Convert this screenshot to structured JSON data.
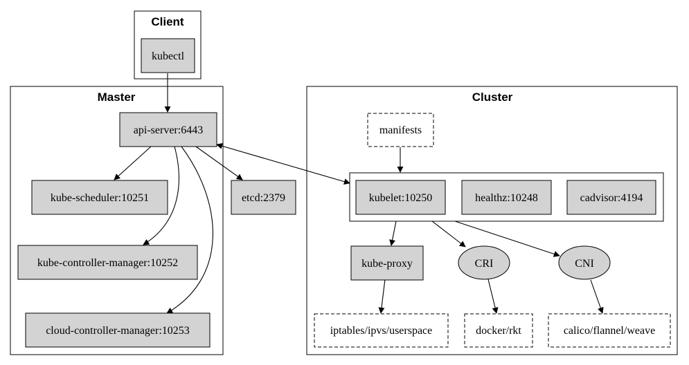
{
  "clusters": {
    "client": "Client",
    "master": "Master",
    "cluster": "Cluster"
  },
  "nodes": {
    "kubectl": "kubectl",
    "api_server": "api-server:6443",
    "kube_scheduler": "kube-scheduler:10251",
    "kube_controller_manager": "kube-controller-manager:10252",
    "cloud_controller_manager": "cloud-controller-manager:10253",
    "etcd": "etcd:2379",
    "manifests": "manifests",
    "kubelet": "kubelet:10250",
    "healthz": "healthz:10248",
    "cadvisor": "cadvisor:4194",
    "kube_proxy": "kube-proxy",
    "cri": "CRI",
    "cni": "CNI",
    "iptables": "iptables/ipvs/userspace",
    "docker": "docker/rkt",
    "calico": "calico/flannel/weave"
  },
  "colors": {
    "node_fill": "#d3d3d3",
    "stroke": "#000000",
    "background": "#ffffff"
  }
}
